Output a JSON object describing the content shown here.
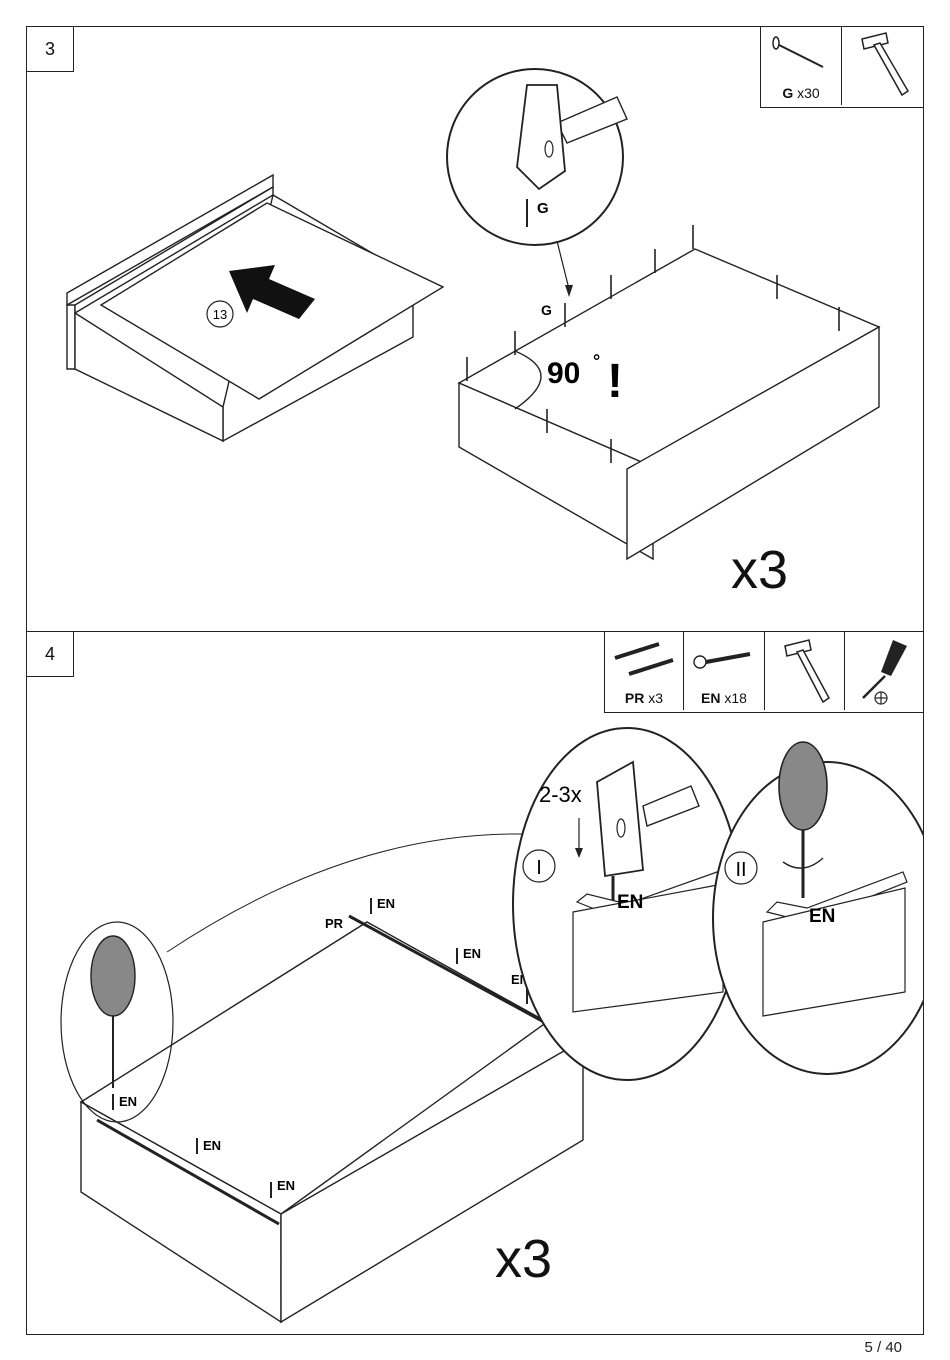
{
  "step3": {
    "number": "3",
    "parts": [
      {
        "icon": "nail-icon",
        "code": "G",
        "qty": "x30"
      },
      {
        "icon": "hammer-icon"
      }
    ],
    "part_label_callout": "13",
    "nail_label": "G",
    "angle_label": "90",
    "angle_unit": "°",
    "warning": "!",
    "multiplier": "x3"
  },
  "step4": {
    "number": "4",
    "parts": [
      {
        "icon": "drawer-runner-icon",
        "code": "PR",
        "qty": "x3"
      },
      {
        "icon": "screw-icon",
        "code": "EN",
        "qty": "x18"
      },
      {
        "icon": "hammer-icon"
      },
      {
        "icon": "screwdriver-icon"
      }
    ],
    "detail_one": {
      "roman": "I",
      "taps": "2-3x",
      "screw": "EN"
    },
    "detail_two": {
      "roman": "II",
      "screw": "EN"
    },
    "runner_label": "PR",
    "screw_label": "EN",
    "multiplier": "x3"
  },
  "page": "5 / 40"
}
